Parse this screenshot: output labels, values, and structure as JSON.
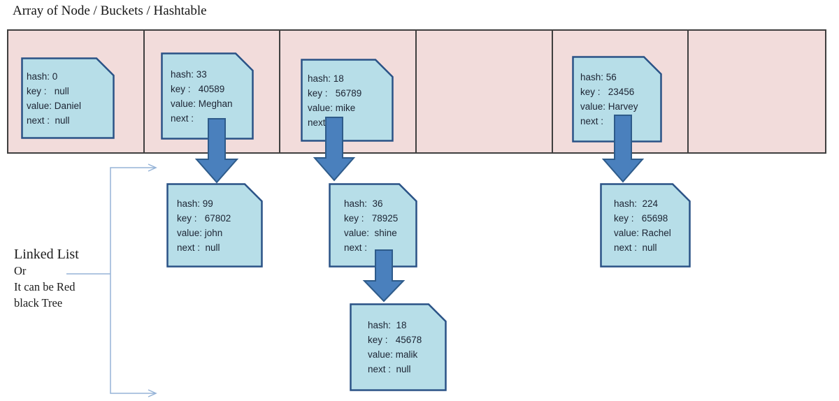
{
  "title": "Array of Node / Buckets / Hashtable",
  "annotation": {
    "heading": "Linked List",
    "line2": "Or",
    "line3": "It can be Red",
    "line4": "black Tree"
  },
  "nodes": {
    "daniel": {
      "lines": [
        "hash: 0",
        "key :   null",
        "value: Daniel",
        "next :  null"
      ]
    },
    "meghan": {
      "lines": [
        "hash: 33",
        "key :   40589",
        "value: Meghan",
        "next :"
      ]
    },
    "mike": {
      "lines": [
        "hash: 18",
        "key :   56789",
        "value: mike",
        "next"
      ]
    },
    "harvey": {
      "lines": [
        "hash: 56",
        "key :   23456",
        "value: Harvey",
        "next :"
      ]
    },
    "john": {
      "lines": [
        "hash: 99",
        "key :   67802",
        "value: john",
        "next :  null"
      ]
    },
    "shine": {
      "lines": [
        "hash:  36",
        "key :   78925",
        "value:  shine",
        "next :"
      ]
    },
    "rachel": {
      "lines": [
        "hash:  224",
        "key :   65698",
        "value: Rachel",
        "next :  null"
      ]
    },
    "malik": {
      "lines": [
        "hash:  18",
        "key :   45678",
        "value: malik",
        "next :  null"
      ]
    }
  },
  "buckets": [
    {
      "index": 0,
      "occupant": "daniel"
    },
    {
      "index": 1,
      "occupant": "meghan"
    },
    {
      "index": 2,
      "occupant": "mike"
    },
    {
      "index": 3,
      "occupant": null
    },
    {
      "index": 4,
      "occupant": "harvey"
    },
    {
      "index": 5,
      "occupant": null
    }
  ],
  "links": [
    {
      "from": "meghan",
      "to": "john"
    },
    {
      "from": "mike",
      "to": "shine"
    },
    {
      "from": "harvey",
      "to": "rachel"
    },
    {
      "from": "shine",
      "to": "malik"
    }
  ],
  "colors": {
    "bucket_fill": "#f2dcdb",
    "bucket_border": "#3f3f3f",
    "node_fill": "#b7dee8",
    "node_border": "#2a5286",
    "arrow_fill": "#4a80bd",
    "arrow_border": "#2e5b8a",
    "bracket": "#95b3d7"
  }
}
